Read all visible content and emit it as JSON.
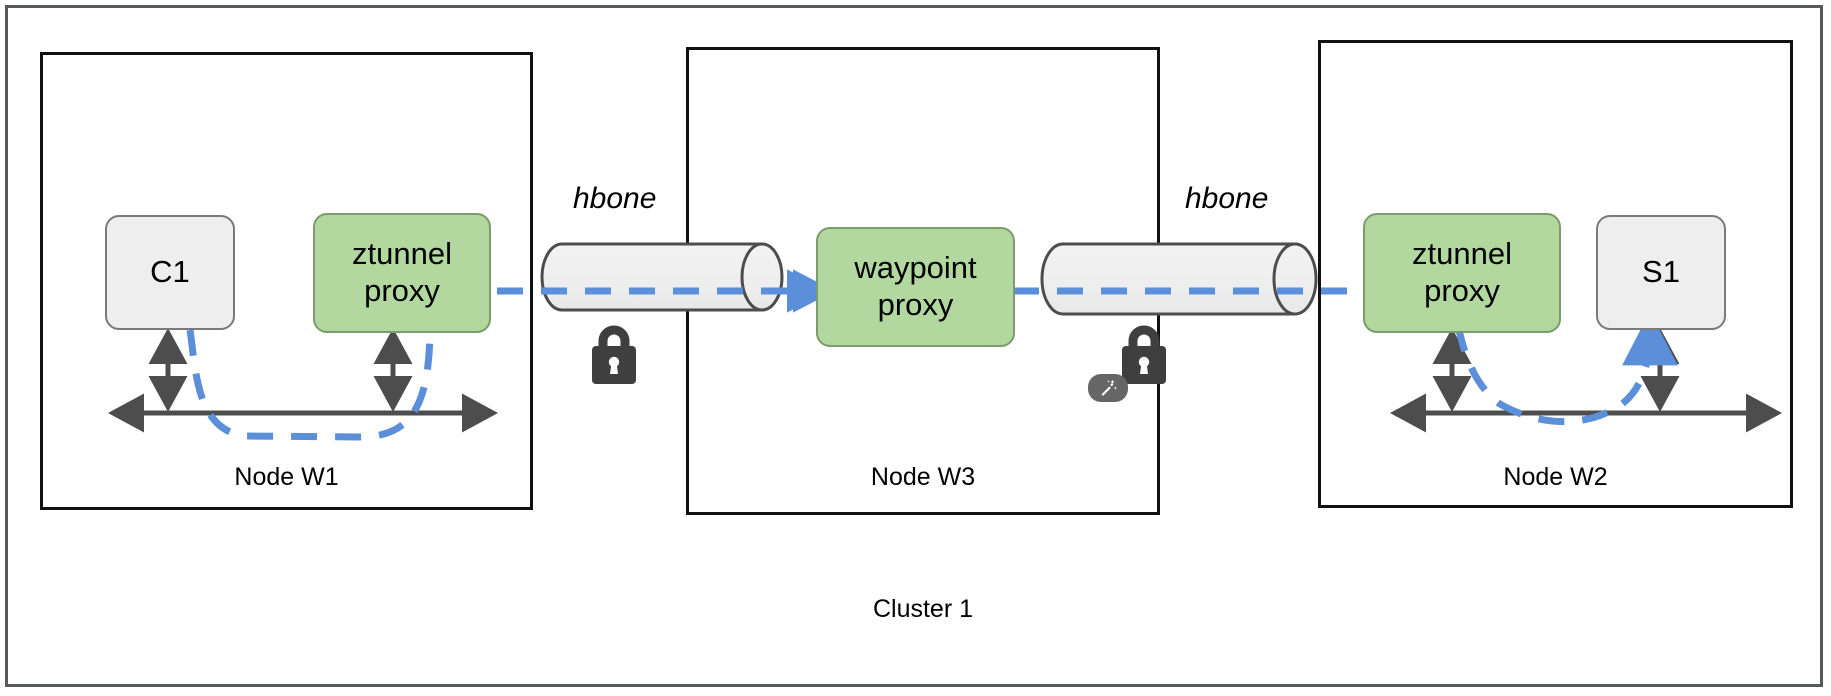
{
  "diagram": {
    "title_label": "Cluster 1",
    "accent_dashed_color": "#5b8fd9",
    "node_green_color": "#b2d8a0",
    "node_grey_color": "#eeeeee",
    "arrow_color": "#4d4d4d",
    "frame_color": "#58595b"
  },
  "nodes": [
    {
      "id": "w1",
      "label": "Node W1",
      "boxes": [
        {
          "name": "client",
          "label": "C1",
          "style": "grey"
        },
        {
          "name": "ztunnel-proxy",
          "label": "ztunnel\nproxy",
          "style": "green"
        }
      ]
    },
    {
      "id": "w3",
      "label": "Node W3",
      "boxes": [
        {
          "name": "waypoint-proxy",
          "label": "waypoint\nproxy",
          "style": "green"
        }
      ]
    },
    {
      "id": "w2",
      "label": "Node W2",
      "boxes": [
        {
          "name": "ztunnel-proxy",
          "label": "ztunnel\nproxy",
          "style": "green"
        },
        {
          "name": "server",
          "label": "S1",
          "style": "grey"
        }
      ]
    }
  ],
  "tunnels": [
    {
      "id": "tunnel-left",
      "label": "hbone",
      "lock_icon": "lock-icon"
    },
    {
      "id": "tunnel-right",
      "label": "hbone",
      "lock_icon": "lock-icon"
    }
  ],
  "badges": [
    {
      "id": "waypoint-badge",
      "icon": "magic-wand-icon"
    }
  ],
  "labels": {
    "ztunnel_line1": "ztunnel",
    "ztunnel_line2": "proxy",
    "waypoint_line1": "waypoint",
    "waypoint_line2": "proxy",
    "c1": "C1",
    "s1": "S1",
    "hbone": "hbone",
    "node_w1": "Node W1",
    "node_w2": "Node W2",
    "node_w3": "Node W3",
    "cluster": "Cluster 1"
  }
}
